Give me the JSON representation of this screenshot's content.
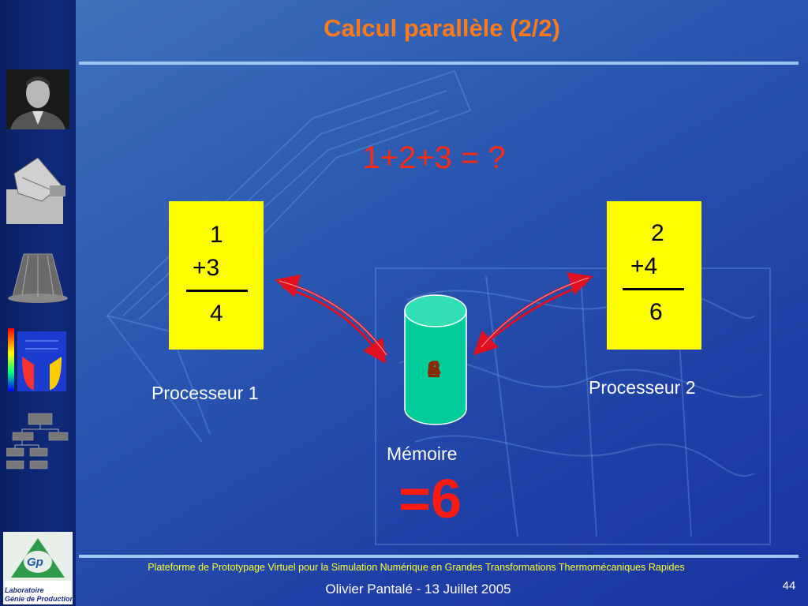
{
  "slide": {
    "title": "Calcul parallèle (2/2)",
    "question": "1+2+3 = ?",
    "processor1": {
      "line1": "1",
      "line2": "+3",
      "result": "4",
      "label": "Processeur 1"
    },
    "processor2": {
      "line1": "2",
      "line2": "+4",
      "result": "6",
      "label": "Processeur 2"
    },
    "memory": {
      "label": "Mémoire",
      "values": [
        "2",
        "4",
        "6"
      ]
    },
    "final_result": "=6"
  },
  "footer": {
    "project": "Plateforme de Prototypage Virtuel pour la Simulation Numérique en Grandes Transformations Thermomécaniques Rapides",
    "author_date": "Olivier Pantalé - 13 Juillet 2005",
    "page": "44"
  },
  "sidebar": {
    "logo_text_line1": "Laboratoire",
    "logo_text_line2": "Génie de Production",
    "logo_initials": "Gp"
  },
  "colors": {
    "title": "#ff7a1a",
    "question": "#ff2a10",
    "processor_box": "#ffff00",
    "memory": "#00cc99",
    "arrow": "#e01020",
    "footer_project": "#ffff33"
  }
}
